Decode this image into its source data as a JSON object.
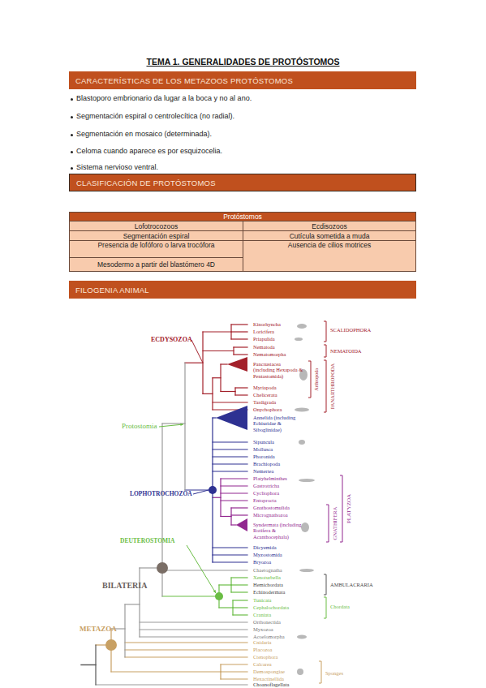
{
  "diagram": {
    "title": "TEMA 1. GENERALIDADES DE PROTÓSTOMOS",
    "nodes": [
      {
        "text": [
          "CARACTERÍSTICAS DE LOS METAZOOS PROTÓSTOMOS"
        ]
      },
      {
        "text": [
          "CLASIFICACIÓN DE PROTÓSTOMOS"
        ]
      },
      {
        "text": [
          "FILOGENIA ANIMAL"
        ]
      }
    ],
    "labels": [
      "Blastoporo embrionario da lugar a la boca y no al ano.",
      "Segmentación espiral o centrolecítica (no radial).",
      "Segmentación en mosaico (determinada).",
      "Celoma cuando aparece es por esquizocelia.",
      "Sistema nervioso ventral.",
      "Protóstomos",
      "Lofotrocozoos",
      "Ecdisozoos",
      "Segmentación espiral",
      "Cutícula sometida a muda",
      "Presencia de lofóforo o larva trocófora",
      "Ausencia de cilios motrices",
      "Mesodermo a partir del blastómero 4D",
      "Kinorhyncha",
      "Loricifera",
      "Priapulida",
      "Nematoda",
      "Nematomorpha",
      "Pancrustacea (including Hexapoda & Pentastomida)",
      "Myriapoda",
      "Chelicerata",
      "Tardigrada",
      "Onychophora",
      "Annelida (including Echiuridae & Siboglinidae)",
      "Sipuncula",
      "Mollusca",
      "Phoronida",
      "Brachiopoda",
      "Nemertea",
      "Platyhelminthes",
      "Gastrotricha",
      "Cycliophora",
      "Entoprocta",
      "Gnathostomulida",
      "Micrognathozoa",
      "Syndermata (including Rotifera & Acanthocephala)",
      "Dicyemida",
      "Myzostomida",
      "Bryozoa",
      "Chaetognatha",
      "Xenoturbella",
      "Hemichordata",
      "Echinodermata",
      "Tunicata",
      "Cephalochordata",
      "Craniata",
      "Orthonectida",
      "Myxozoa",
      "Acoelomorpha",
      "Cnidaria",
      "Placozoa",
      "Ctenophora",
      "Calcarea",
      "Demospongiae",
      "Hexactinellida",
      "Choanoflagellata",
      "ECDYSOZOA",
      "Protostomia",
      "LOPHOTROCHOZOA",
      "DEUTEROSTOMIA",
      "BILATERIA",
      "METAZOA",
      "SCALIDOPHORA",
      "NEMATOIDA",
      "PANARTHROPODA",
      "Arthropoda",
      "PLATYZOA",
      "GNATHIFERA",
      "AMBULACRARIA",
      "Chordata",
      "Sponges"
    ]
  }
}
